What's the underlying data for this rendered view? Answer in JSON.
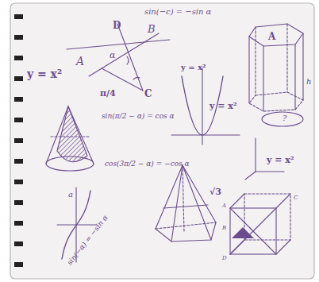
{
  "diagram": {
    "labels": [
      "sin(−c) = −sin α",
      "D",
      "B",
      "A",
      "α",
      "C",
      "y = x²",
      "π/4",
      "y = x²",
      "sin(π/2 − α) = cos α",
      "y = x²",
      "A",
      "h",
      "?",
      "cos(3π/2 − α) = −cos α",
      "y = x²",
      "√3",
      "sin(−α) = −sin α",
      "a",
      "A",
      "B",
      "C",
      "D"
    ]
  }
}
